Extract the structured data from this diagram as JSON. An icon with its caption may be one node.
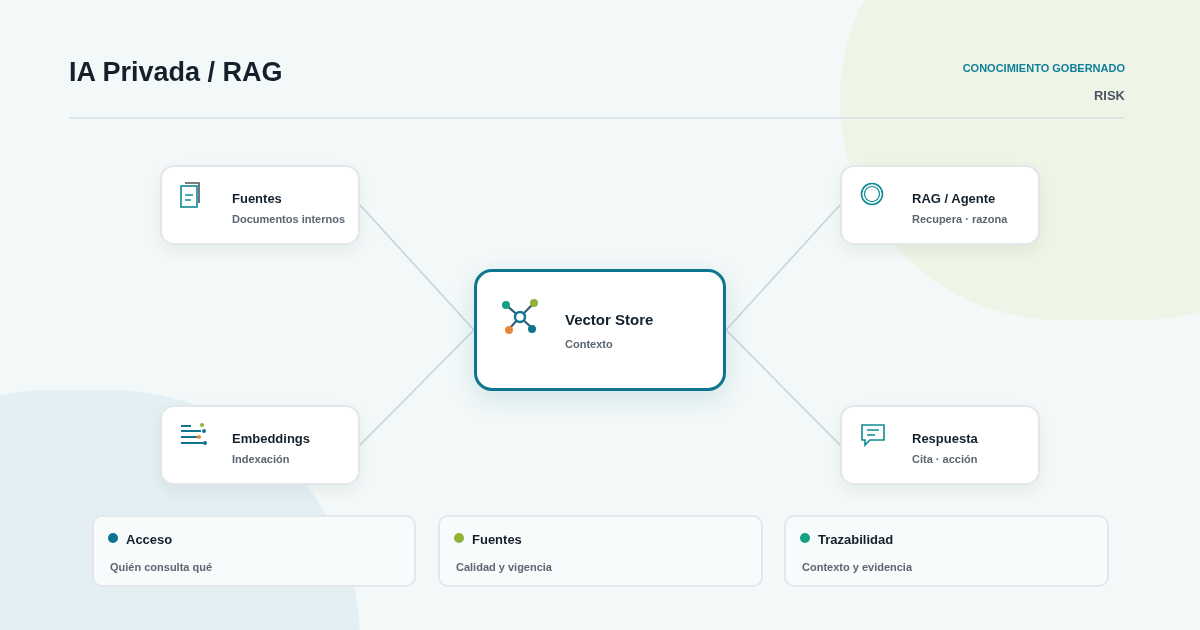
{
  "diagram": {
    "title": "IA Privada / RAG",
    "nodes": [
      {
        "text": [
          "Fuentes",
          "Documentos internos"
        ]
      },
      {
        "text": [
          "RAG / Agente",
          "Recupera · razona"
        ]
      },
      {
        "text": [
          "Vector Store",
          "Contexto"
        ]
      },
      {
        "text": [
          "Embeddings",
          "Indexación"
        ]
      },
      {
        "text": [
          "Respuesta",
          "Cita · acción"
        ]
      },
      {
        "text": [
          "Acceso",
          "Quién consulta qué"
        ]
      },
      {
        "text": [
          "Fuentes",
          "Calidad y vigencia"
        ]
      },
      {
        "text": [
          "Trazabilidad",
          "Contexto y evidencia"
        ]
      }
    ],
    "edges": [
      {
        "from": 0,
        "to": 2,
        "arrow": "none"
      },
      {
        "from": 3,
        "to": 2,
        "arrow": "none"
      },
      {
        "from": 2,
        "to": 1,
        "arrow": "none"
      },
      {
        "from": 2,
        "to": 4,
        "arrow": "none"
      }
    ],
    "labels": [
      "CONOCIMIENTO GOBERNADO",
      "RISK"
    ]
  }
}
